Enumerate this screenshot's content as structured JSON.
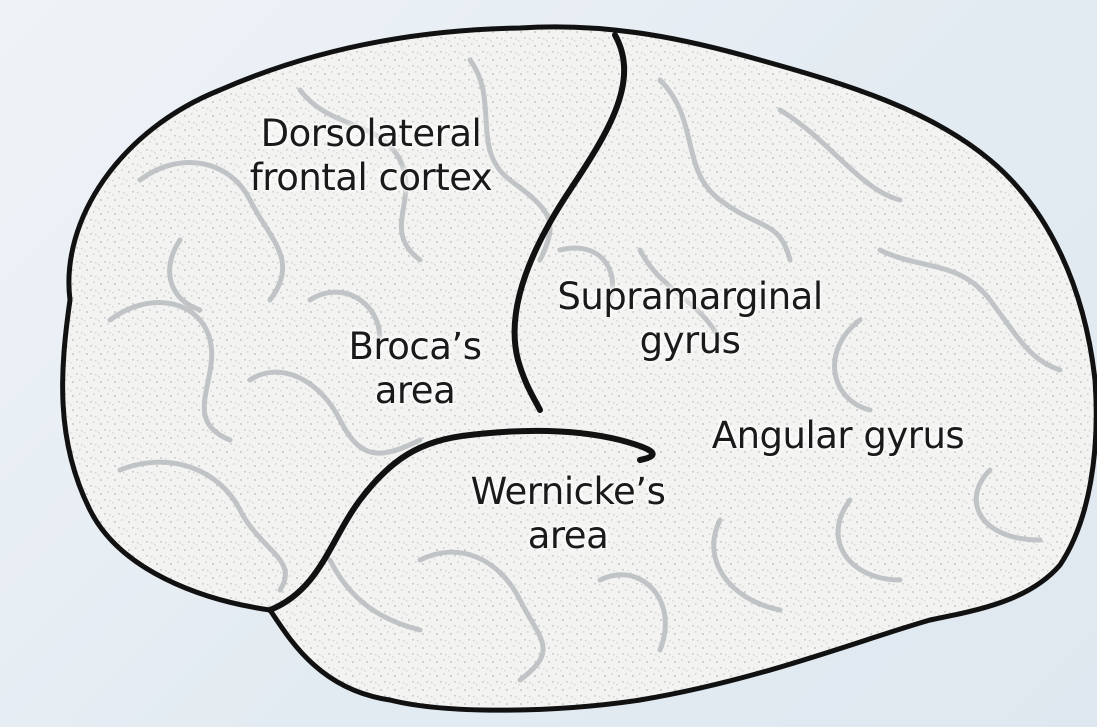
{
  "labels": {
    "dorsolateral": {
      "line1": "Dorsolateral",
      "line2": "frontal cortex"
    },
    "supramarginal": {
      "line1": "Supramarginal",
      "line2": "gyrus"
    },
    "broca": {
      "line1": "Broca’s",
      "line2": "area"
    },
    "angular": {
      "line1": "Angular gyrus"
    },
    "wernicke": {
      "line1": "Wernicke’s",
      "line2": "area"
    }
  },
  "colors": {
    "background": "#e6edf3",
    "brain_fill": "#f2f2f0",
    "outline": "#111111",
    "gyri": "#b9bcbf"
  }
}
